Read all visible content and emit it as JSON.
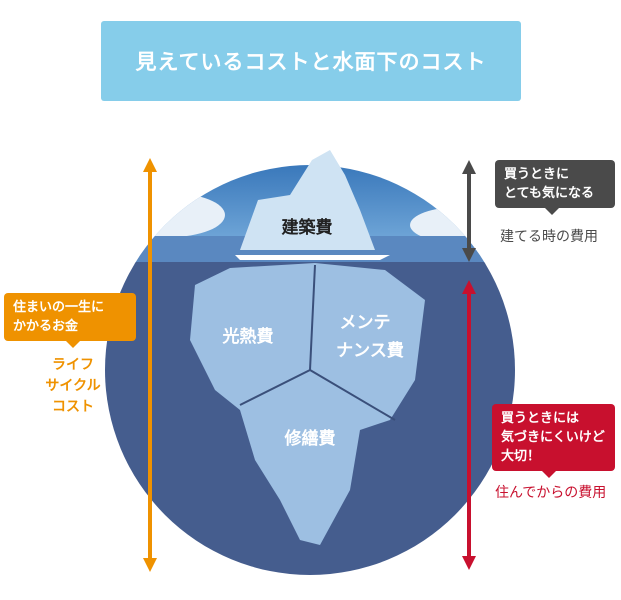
{
  "title": "見えているコストと水面下のコスト",
  "iceberg": {
    "top": "建築費",
    "left": "光熱費",
    "right_line1": "メンテ",
    "right_line2": "ナンス費",
    "bottom": "修繕費"
  },
  "left": {
    "bubble_line1": "住まいの一生に",
    "bubble_line2": "かかるお金",
    "label_line1": "ライフ",
    "label_line2": "サイクル",
    "label_line3": "コスト",
    "color": "#ef9200"
  },
  "right_top": {
    "bubble_line1": "買うときに",
    "bubble_line2": "とても気になる",
    "label": "建てる時の費用",
    "color": "#4a4a4a"
  },
  "right_bottom": {
    "bubble_line1": "買うときには",
    "bubble_line2": "気づきにくいけど",
    "bubble_line3": "大切！",
    "label": "住んでからの費用",
    "color": "#c8102e"
  }
}
